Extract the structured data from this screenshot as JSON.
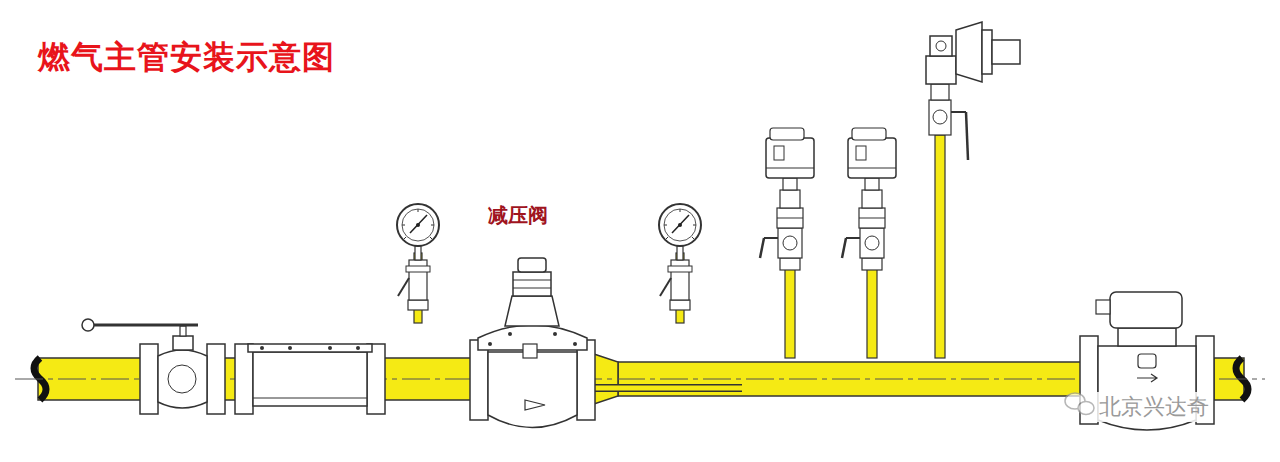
{
  "diagram": {
    "title": "燃气主管安装示意图",
    "labels": [
      "减压阀",
      "北京兴达奇"
    ]
  }
}
